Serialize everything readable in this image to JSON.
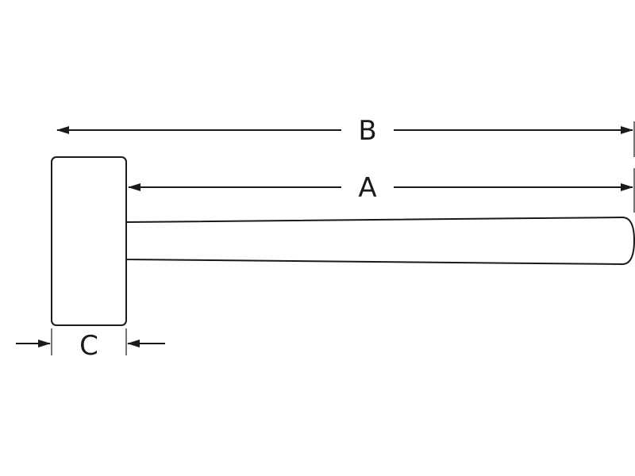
{
  "diagram": {
    "labels": {
      "b": "B",
      "a": "A",
      "c": "C"
    },
    "colors": {
      "stroke": "#1a1a1a",
      "background": "#ffffff"
    }
  }
}
